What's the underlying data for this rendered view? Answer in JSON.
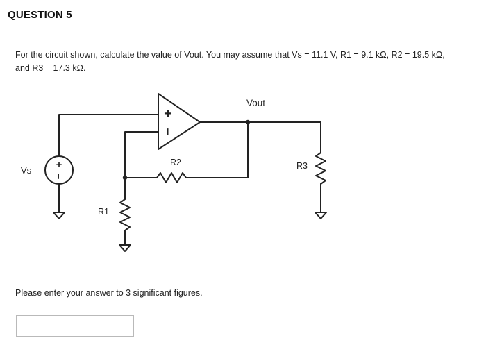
{
  "question": {
    "title": "QUESTION 5",
    "text_line1": "For the circuit shown, calculate the value of Vout. You may assume that Vs = 11.1 V, R1 = 9.1 kΩ, R2 = 19.5 kΩ,",
    "text_line2": "and R3 = 17.3 kΩ.",
    "instruction": "Please enter your answer to 3 significant figures."
  },
  "circuit": {
    "labels": {
      "vout": "Vout",
      "vs": "Vs",
      "r1": "R1",
      "r2": "R2",
      "r3": "R3",
      "opamp_plus": "+",
      "opamp_minus": "–",
      "source_plus": "+",
      "source_minus": "–"
    }
  },
  "answer": {
    "value": "",
    "placeholder": ""
  }
}
